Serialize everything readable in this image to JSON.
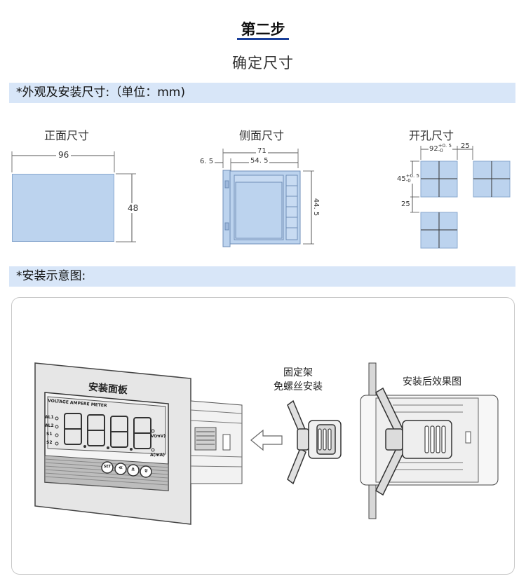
{
  "header": {
    "step_title": "第二步",
    "step_subtitle": "确定尺寸"
  },
  "section_dimensions": {
    "title": "*外观及安装尺寸:（单位：mm)"
  },
  "views": {
    "front": {
      "label": "正面尺寸",
      "width": "96",
      "height": "48"
    },
    "side": {
      "label": "侧面尺寸",
      "total_depth": "71",
      "body_depth": "54. 5",
      "bezel": "6. 5",
      "height": "44. 5"
    },
    "cutout": {
      "label": "开孔尺寸",
      "width": "92",
      "width_tol_plus": "+0. 5",
      "width_tol_minus": "-0",
      "height": "45",
      "height_tol_plus": "+0. 5",
      "height_tol_minus": "-0",
      "spacing_h": "25",
      "spacing_v": "25"
    }
  },
  "section_install": {
    "title": "*安装示意图:"
  },
  "install_diagram": {
    "panel_label": "安装面板",
    "meter_name": "VOLTAGE AMPERE METER",
    "indicators": [
      "AL1",
      "AL2",
      "S1",
      "S2"
    ],
    "unit_upper": "V(mV)",
    "unit_lower": "A(mA)",
    "buttons": [
      "SET",
      "«",
      "»",
      "»"
    ],
    "bracket_label_line1": "固定架",
    "bracket_label_line2": "免螺丝安装",
    "result_label": "安装后效果图"
  },
  "colors": {
    "band": "#d8e6f8",
    "shape_fill": "#bcd3ee",
    "underline": "#1a3f9a"
  }
}
